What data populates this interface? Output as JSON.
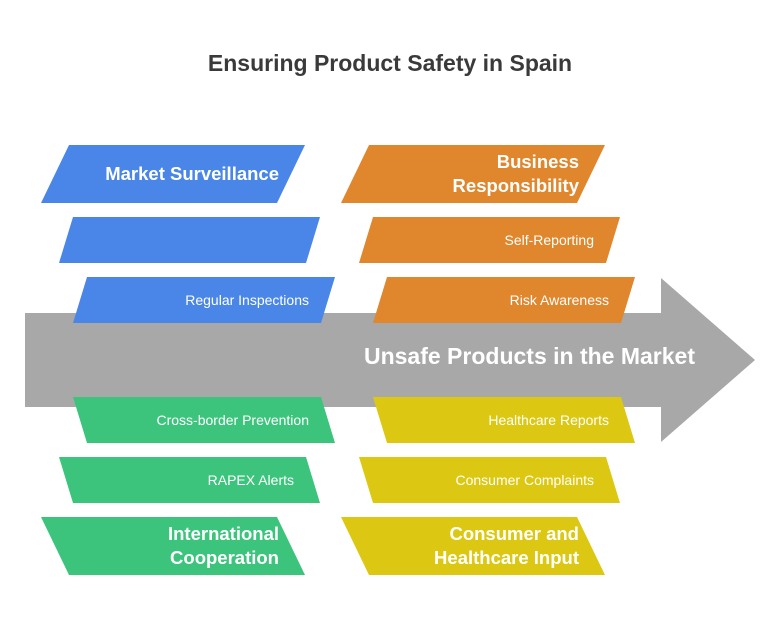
{
  "title": "Ensuring Product Safety in Spain",
  "spine": {
    "label": "Unsafe Products in the Market",
    "color": "#a8a8a8"
  },
  "categories": {
    "market_surveillance": {
      "label": "Market Surveillance",
      "color": "#4a86e8",
      "causes": [
        "",
        "Regular Inspections"
      ]
    },
    "business_responsibility": {
      "label": "Business Responsibility",
      "color": "#e0862d",
      "causes": [
        "Self-Reporting",
        "Risk Awareness"
      ]
    },
    "international_cooperation": {
      "label": "International Cooperation",
      "color": "#3cc47c",
      "causes": [
        "Cross-border Prevention",
        "RAPEX Alerts"
      ]
    },
    "consumer_healthcare": {
      "label": "Consumer and Healthcare Input",
      "color": "#dcc812",
      "causes": [
        "Healthcare Reports",
        "Consumer Complaints"
      ]
    }
  }
}
